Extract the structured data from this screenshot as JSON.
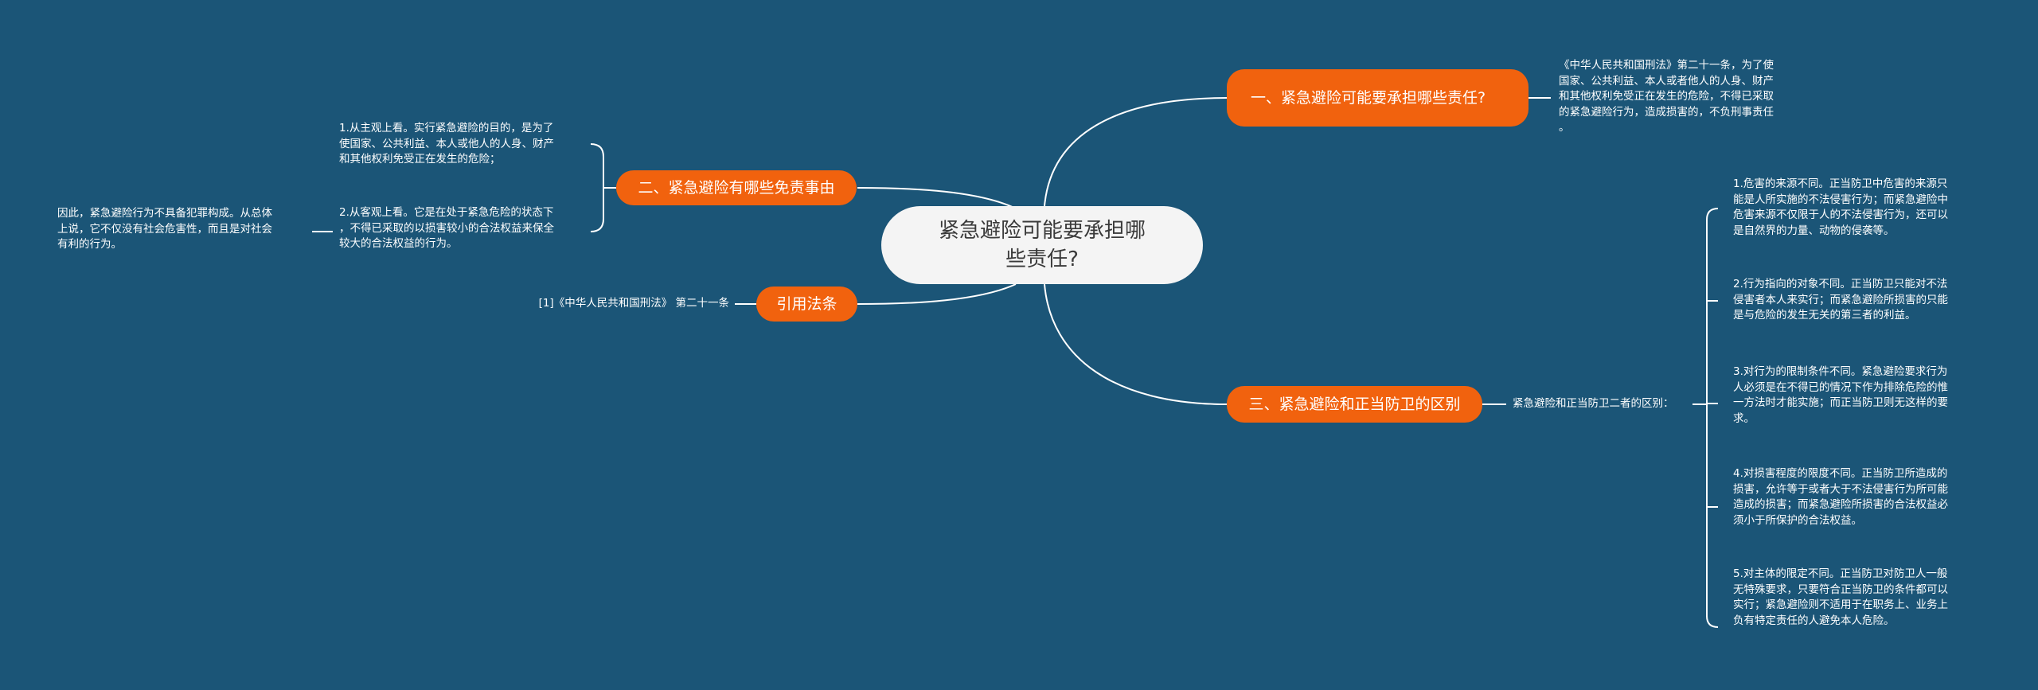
{
  "root": {
    "title": "紧急避险可能要承担哪些责任?"
  },
  "branches": {
    "b1": {
      "label": "一、紧急避险可能要承担哪些责任?"
    },
    "b2": {
      "label": "二、紧急避险有哪些免责事由"
    },
    "b3": {
      "label": "三、紧急避险和正当防卫的区别"
    },
    "b4": {
      "label": "引用法条"
    }
  },
  "leaves": {
    "b1_text": "《中华人民共和国刑法》第二十一条，为了使\n国家、公共利益、本人或者他人的人身、财产\n和其他权利免受正在发生的危险，不得已采取\n的紧急避险行为，造成损害的，不负刑事责任\n。",
    "b2_item1": "1.从主观上看。实行紧急避险的目的，是为了\n使国家、公共利益、本人或他人的人身、财产\n和其他权利免受正在发生的危险；",
    "b2_item2": "2.从客观上看。它是在处于紧急危险的状态下\n，不得已采取的以损害较小的合法权益来保全\n较大的合法权益的行为。",
    "b2_conclusion": "因此，紧急避险行为不具备犯罪构成。从总体\n上说，它不仅没有社会危害性，而且是对社会\n有利的行为。",
    "b3_intro": "紧急避险和正当防卫二者的区别：",
    "b3_item1": "1.危害的来源不同。正当防卫中危害的来源只\n能是人所实施的不法侵害行为；而紧急避险中\n危害来源不仅限于人的不法侵害行为，还可以\n是自然界的力量、动物的侵袭等。",
    "b3_item2": "2.行为指向的对象不同。正当防卫只能对不法\n侵害者本人来实行；而紧急避险所损害的只能\n是与危险的发生无关的第三者的利益。",
    "b3_item3": "3.对行为的限制条件不同。紧急避险要求行为\n人必须是在不得已的情况下作为排除危险的惟\n一方法时才能实施；而正当防卫则无这样的要\n求。",
    "b3_item4": "4.对损害程度的限度不同。正当防卫所造成的\n损害，允许等于或者大于不法侵害行为所可能\n造成的损害；而紧急避险所损害的合法权益必\n须小于所保护的合法权益。",
    "b3_item5": "5.对主体的限定不同。正当防卫对防卫人一般\n无特殊要求，只要符合正当防卫的条件都可以\n实行；紧急避险则不适用于在职务上、业务上\n负有特定责任的人避免本人危险。",
    "b4_text": "[1]《中华人民共和国刑法》 第二十一条"
  },
  "colors": {
    "background": "#1b5577",
    "root_fill": "#f4f4f4",
    "branch_fill": "#f1620e",
    "line": "#ffffff",
    "text": "#ffffff"
  }
}
